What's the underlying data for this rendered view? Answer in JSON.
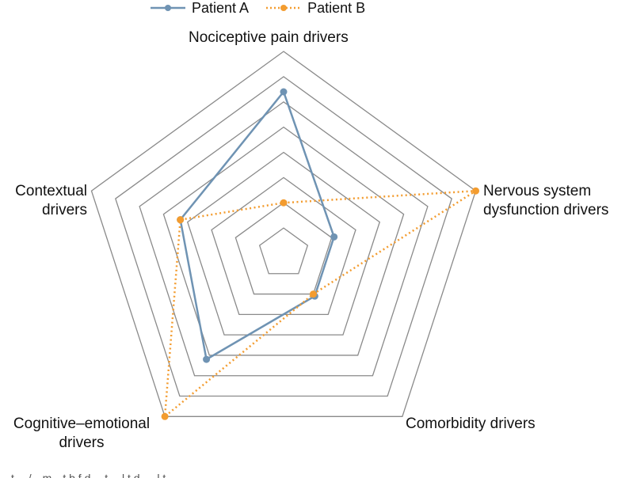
{
  "chart_data": {
    "type": "radar",
    "axes": [
      "Nociceptive pain drivers",
      "Nervous system dysfunction drivers",
      "Comorbidity drivers",
      "Cognitive–emotional drivers",
      "Contextual drivers"
    ],
    "axis_label_lines": [
      [
        "Nociceptive pain drivers"
      ],
      [
        "Nervous system",
        "dysfunction drivers"
      ],
      [
        "Comorbidity drivers"
      ],
      [
        "Cognitive–emotional",
        "drivers"
      ],
      [
        "Contextual",
        "drivers"
      ]
    ],
    "rings": 8,
    "rmax": 8,
    "grid": true,
    "legend_position": "top",
    "series": [
      {
        "name": "Patient A",
        "values": [
          6.4,
          2.1,
          2.1,
          5.2,
          4.3
        ],
        "color": "#6f93b3",
        "style": "solid",
        "marker": "circle"
      },
      {
        "name": "Patient B",
        "values": [
          2.0,
          8.0,
          2.0,
          8.0,
          4.3
        ],
        "color": "#f39c2f",
        "style": "dotted",
        "marker": "circle"
      }
    ]
  },
  "legend": {
    "patient_a": "Patient A",
    "patient_b": "Patient B"
  },
  "footer_text": "…t… /…m…t b f d… t …l t d … l t   …  …"
}
